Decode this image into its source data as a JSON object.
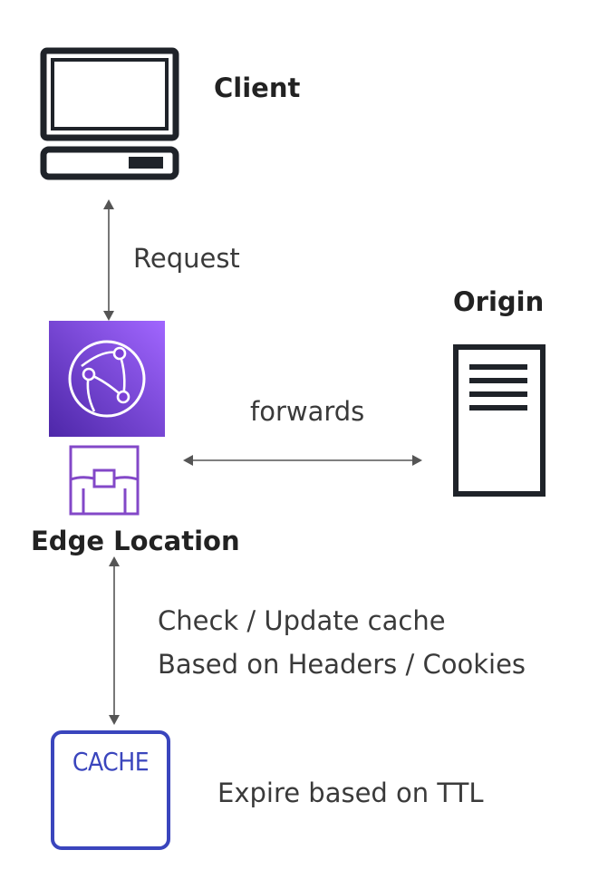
{
  "nodes": {
    "client": {
      "label": "Client"
    },
    "origin": {
      "label": "Origin"
    },
    "edge": {
      "label": "Edge Location"
    },
    "cache": {
      "label": "CACHE"
    }
  },
  "edges": {
    "client_edge": {
      "label": "Request"
    },
    "edge_origin": {
      "label": "forwards"
    },
    "edge_cache": {
      "lines": [
        "Check / Update cache",
        "Based on Headers / Cookies"
      ]
    }
  },
  "notes": {
    "cache_ttl": "Expire based on TTL"
  },
  "colors": {
    "cloudfront_purple": "#7B3FD6",
    "edge_outline": "#8348C8",
    "cache_blue": "#3A45BD",
    "icon_dark": "#1f2329",
    "arrow": "#555555"
  },
  "icons": {
    "client": "computer-monitor-icon",
    "cloudfront": "cloudfront-globe-icon",
    "edge": "edge-location-icon",
    "origin": "server-icon",
    "cache": "cache-box-icon"
  }
}
